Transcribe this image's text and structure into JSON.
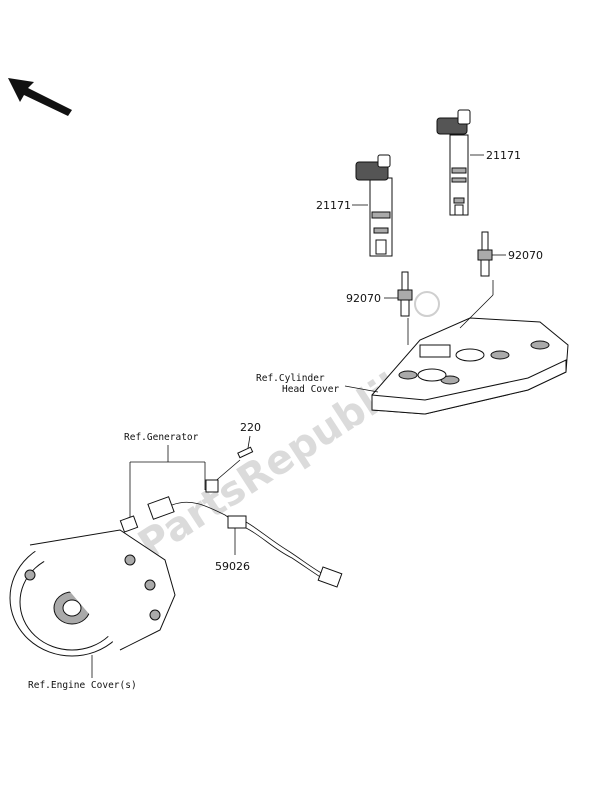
{
  "labels": {
    "coil_right": "21171",
    "coil_left": "21171",
    "plug_right": "92070",
    "plug_left": "92070",
    "ref_cylinder_line1": "Ref.Cylinder",
    "ref_cylinder_line2": "Head Cover",
    "bolt": "220",
    "ref_generator": "Ref.Generator",
    "sensor": "59026",
    "ref_engine_cover": "Ref.Engine Cover(s)"
  },
  "watermark": "PartsRepublik",
  "colors": {
    "line": "#111111",
    "watermark": "#cfcfcf",
    "background": "#ffffff"
  },
  "icons": {
    "direction_arrow": "front-direction-arrow-icon"
  }
}
